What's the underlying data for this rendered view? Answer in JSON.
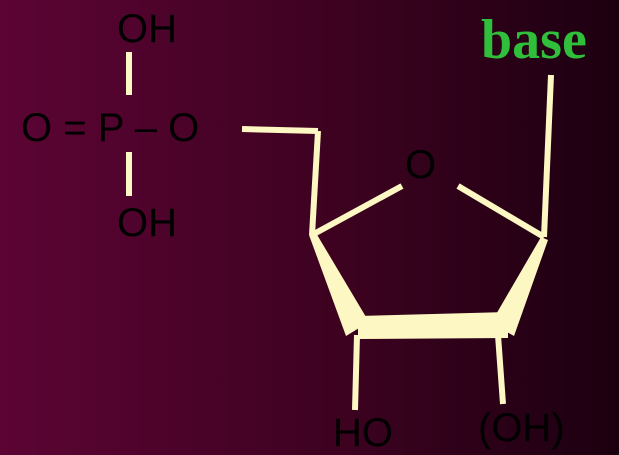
{
  "labels": {
    "phosphate_oh_top": "OH",
    "phosphate_row": "O = P – O",
    "phosphate_oh_bottom": "OH",
    "ring_oxygen": "O",
    "base": "base",
    "ho_left": "HO",
    "oh_right": "(OH)"
  },
  "colors": {
    "background_left": "#5c0434",
    "background_right": "#1c0010",
    "bond": "#fdf7c3",
    "base_text": "#2fbf3a",
    "atom_text": "#000000"
  }
}
